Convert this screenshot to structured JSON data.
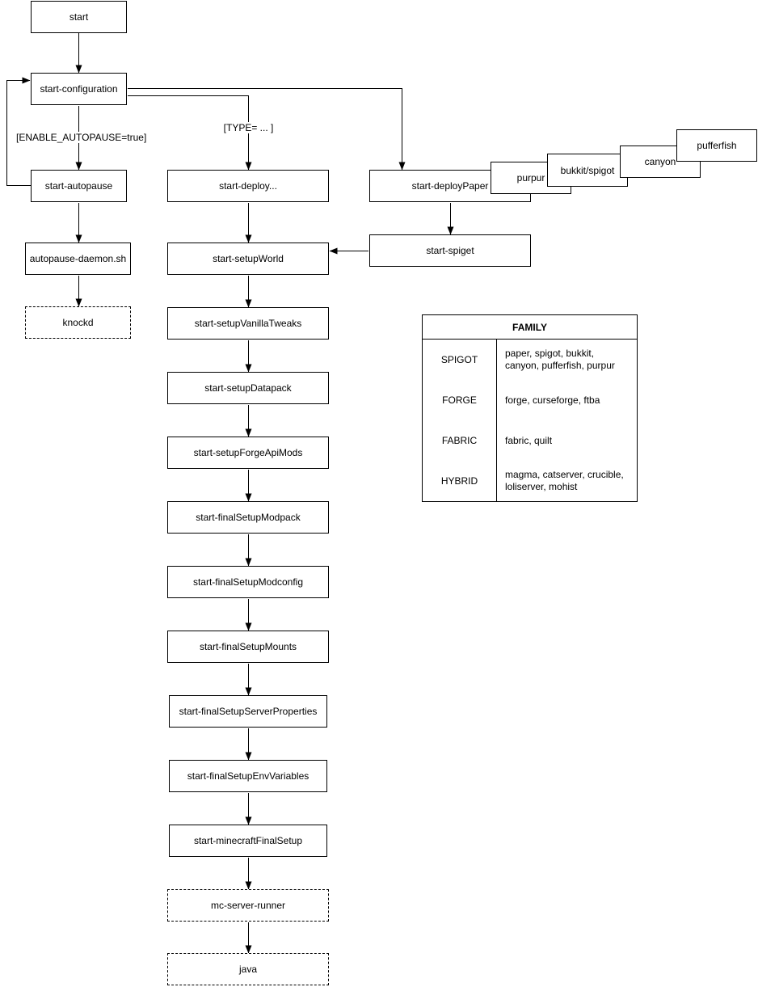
{
  "colors": {
    "line": "#000000",
    "text": "#000000",
    "node_fill": "#ffffff",
    "page_background": "#ffffff"
  },
  "nodes": {
    "start": "start",
    "start_configuration": "start-configuration",
    "start_autopause": "start-autopause",
    "autopause_daemon": "autopause-daemon.sh",
    "knockd": "knockd",
    "start_deploy": "start-deploy...",
    "start_setup_world": "start-setupWorld",
    "start_setup_vanilla_tweaks": "start-setupVanillaTweaks",
    "start_setup_datapack": "start-setupDatapack",
    "start_setup_forge_api_mods": "start-setupForgeApiMods",
    "start_final_setup_modpack": "start-finalSetupModpack",
    "start_final_setup_modconfig": "start-finalSetupModconfig",
    "start_final_setup_mounts": "start-finalSetupMounts",
    "start_final_setup_server_properties": "start-finalSetupServerProperties",
    "start_final_setup_env_variables": "start-finalSetupEnvVariables",
    "start_minecraft_final_setup": "start-minecraftFinalSetup",
    "mc_server_runner": "mc-server-runner",
    "java": "java",
    "start_deploy_paper": "start-deployPaper",
    "purpur": "purpur",
    "bukkit_spigot": "bukkit/spigot",
    "canyon": "canyon",
    "pufferfish": "pufferfish",
    "start_spiget": "start-spiget"
  },
  "edge_labels": {
    "enable_autopause": "[ENABLE_AUTOPAUSE=true]",
    "type": "[TYPE= ... ]"
  },
  "family_table": {
    "title": "FAMILY",
    "rows": [
      {
        "family": "SPIGOT",
        "members": "paper, spigot, bukkit, canyon, pufferfish, purpur"
      },
      {
        "family": "FORGE",
        "members": "forge, curseforge, ftba"
      },
      {
        "family": "FABRIC",
        "members": "fabric, quilt"
      },
      {
        "family": "HYBRID",
        "members": "magma, catserver, crucible, loliserver, mohist"
      }
    ]
  }
}
